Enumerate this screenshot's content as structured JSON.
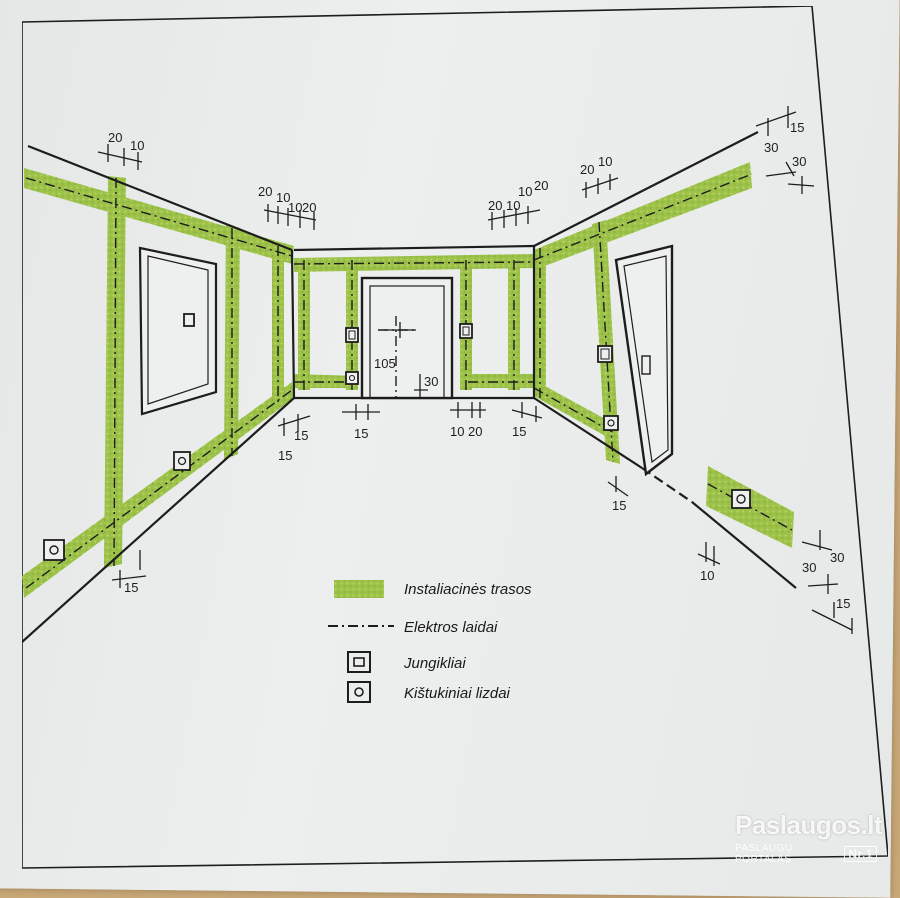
{
  "dimensions": {
    "left_wall_top_a": "20",
    "left_wall_top_b": "10",
    "left_corner_a": "20",
    "left_corner_b": "10",
    "left_corner_c": "10",
    "left_corner_d": "20",
    "right_corner_a": "20",
    "right_corner_b": "10",
    "right_corner_c": "10",
    "right_corner_d": "20",
    "right_wall_top_a": "20",
    "right_wall_top_b": "10",
    "far_right_a": "15",
    "far_right_b": "30",
    "far_right_c": "30",
    "door_height": "105",
    "door_floor": "30",
    "floor_left_a": "15",
    "floor_left_b": "15",
    "floor_mid_left": "15",
    "floor_mid_a": "10",
    "floor_mid_b": "20",
    "floor_right_a": "15",
    "left_bottom": "15",
    "right_door_floor": "15",
    "right_bottom": "10",
    "far_right_low_a": "30",
    "far_right_low_b": "30",
    "far_right_low_c": "15"
  },
  "legend": {
    "trasos": "Instaliacinės trasos",
    "laidai": "Elektros laidai",
    "jungikliai": "Jungikliai",
    "lizdai": "Kištukiniai lizdai"
  },
  "colors": {
    "trasos": "#9cc24a",
    "line": "#1d1d1d"
  },
  "watermark": {
    "brand": "Paslaugos.lt",
    "subtitle": "PASLAUGŲ PORTALAS",
    "badge": "Nr.1"
  }
}
